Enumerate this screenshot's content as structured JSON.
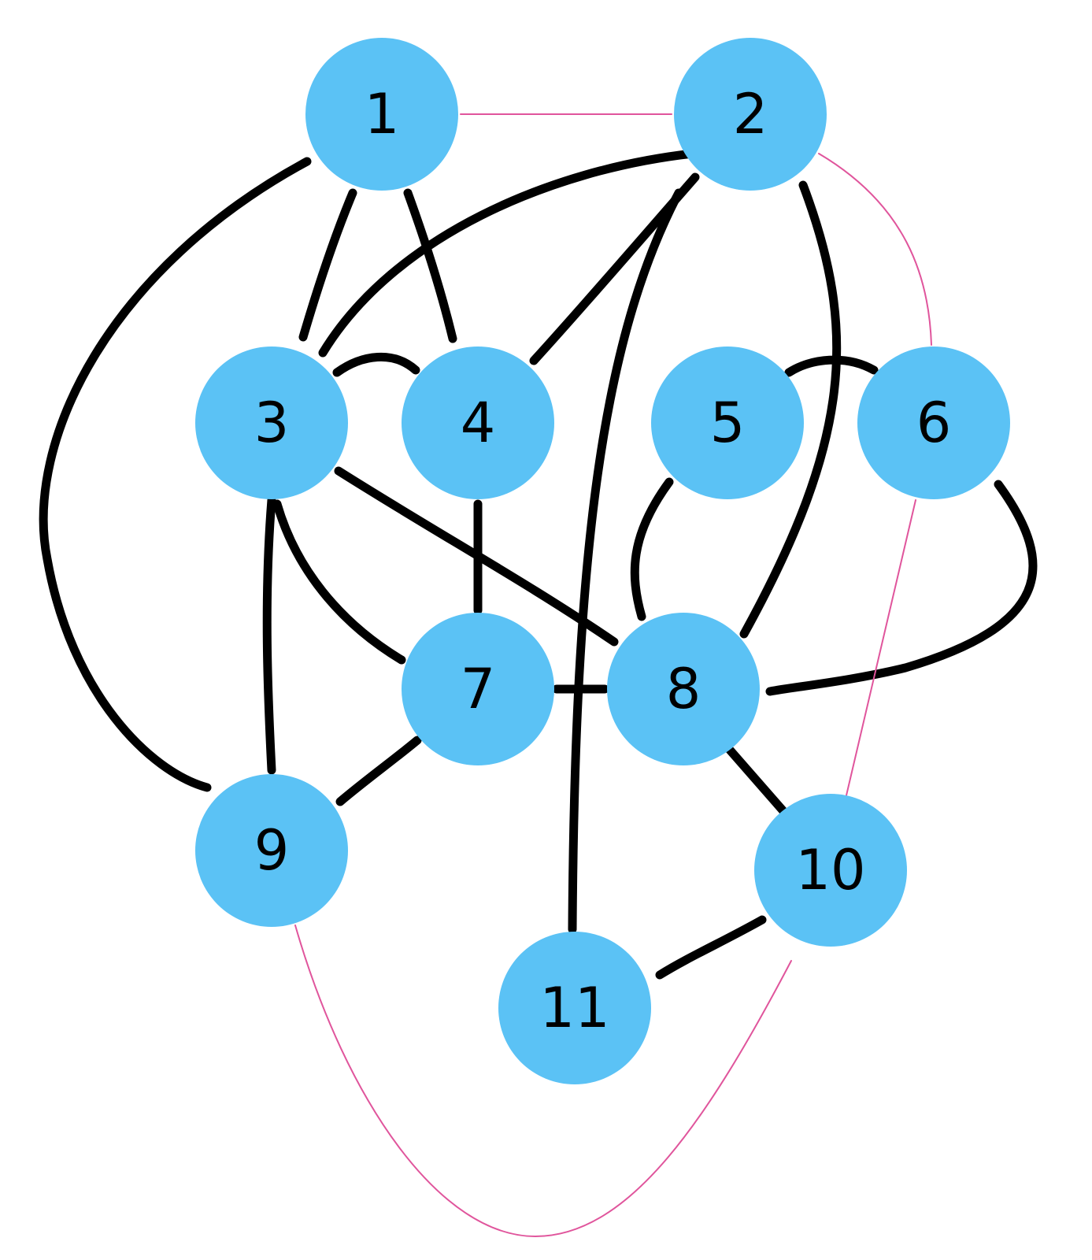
{
  "colors": {
    "node_fill": "#5bc2f5",
    "label": "#000000",
    "edge_strong": "#000000",
    "edge_weak": "#e0559c",
    "background": "#ffffff"
  },
  "nodes": [
    {
      "id": "1"
    },
    {
      "id": "2"
    },
    {
      "id": "3"
    },
    {
      "id": "4"
    },
    {
      "id": "5"
    },
    {
      "id": "6"
    },
    {
      "id": "7"
    },
    {
      "id": "8"
    },
    {
      "id": "9"
    },
    {
      "id": "10"
    },
    {
      "id": "11"
    }
  ],
  "edges": [
    {
      "source": "1",
      "target": "2",
      "style": "thin",
      "color": "#e0559c"
    },
    {
      "source": "1",
      "target": "3",
      "style": "thick",
      "color": "#000000"
    },
    {
      "source": "1",
      "target": "4",
      "style": "thick",
      "color": "#000000"
    },
    {
      "source": "1",
      "target": "9",
      "style": "thick",
      "color": "#000000"
    },
    {
      "source": "2",
      "target": "3",
      "style": "thick",
      "color": "#000000"
    },
    {
      "source": "2",
      "target": "4",
      "style": "thick",
      "color": "#000000"
    },
    {
      "source": "2",
      "target": "11",
      "style": "thick",
      "color": "#000000"
    },
    {
      "source": "2",
      "target": "8",
      "style": "thick",
      "color": "#000000"
    },
    {
      "source": "2",
      "target": "6",
      "style": "thin",
      "color": "#e0559c"
    },
    {
      "source": "3",
      "target": "4",
      "style": "thick",
      "color": "#000000"
    },
    {
      "source": "3",
      "target": "8",
      "style": "thick",
      "color": "#000000"
    },
    {
      "source": "3",
      "target": "7",
      "style": "thick",
      "color": "#000000"
    },
    {
      "source": "3",
      "target": "9",
      "style": "thick",
      "color": "#000000"
    },
    {
      "source": "4",
      "target": "7",
      "style": "thick",
      "color": "#000000"
    },
    {
      "source": "5",
      "target": "6",
      "style": "thick",
      "color": "#000000"
    },
    {
      "source": "5",
      "target": "8",
      "style": "thick",
      "color": "#000000"
    },
    {
      "source": "6",
      "target": "8",
      "style": "thick",
      "color": "#000000"
    },
    {
      "source": "6",
      "target": "10",
      "style": "thin",
      "color": "#e0559c"
    },
    {
      "source": "7",
      "target": "8",
      "style": "thick",
      "color": "#000000"
    },
    {
      "source": "7",
      "target": "9",
      "style": "thick",
      "color": "#000000"
    },
    {
      "source": "8",
      "target": "10",
      "style": "thick",
      "color": "#000000"
    },
    {
      "source": "9",
      "target": "10",
      "style": "thin",
      "color": "#e0559c"
    },
    {
      "source": "10",
      "target": "11",
      "style": "thick",
      "color": "#000000"
    }
  ]
}
